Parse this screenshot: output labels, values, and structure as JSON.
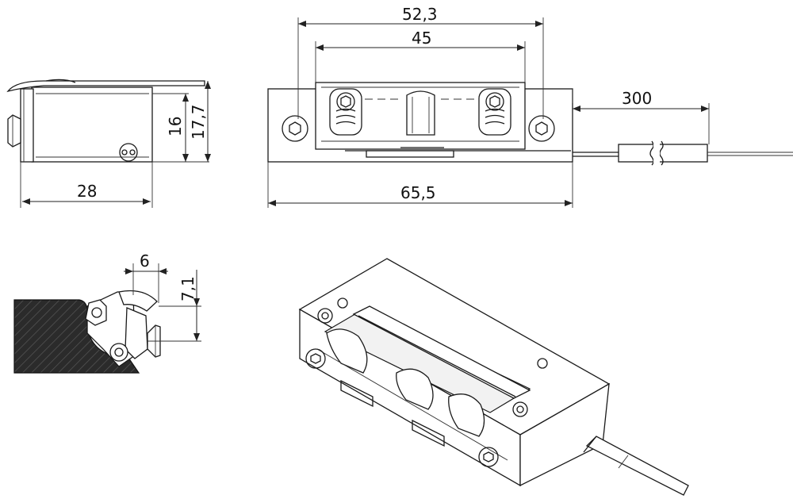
{
  "dimensions": {
    "side_width": "28",
    "side_height_inner": "16",
    "side_height_outer": "17,7",
    "front_hole_spacing": "52,3",
    "front_slot_width": "45",
    "front_total_width": "65,5",
    "cable_length": "300",
    "section_width": "6",
    "section_offset": "7,1"
  },
  "colors": {
    "line": "#1a1a1a",
    "background": "#ffffff",
    "section_fill": "#2b2b2b"
  }
}
